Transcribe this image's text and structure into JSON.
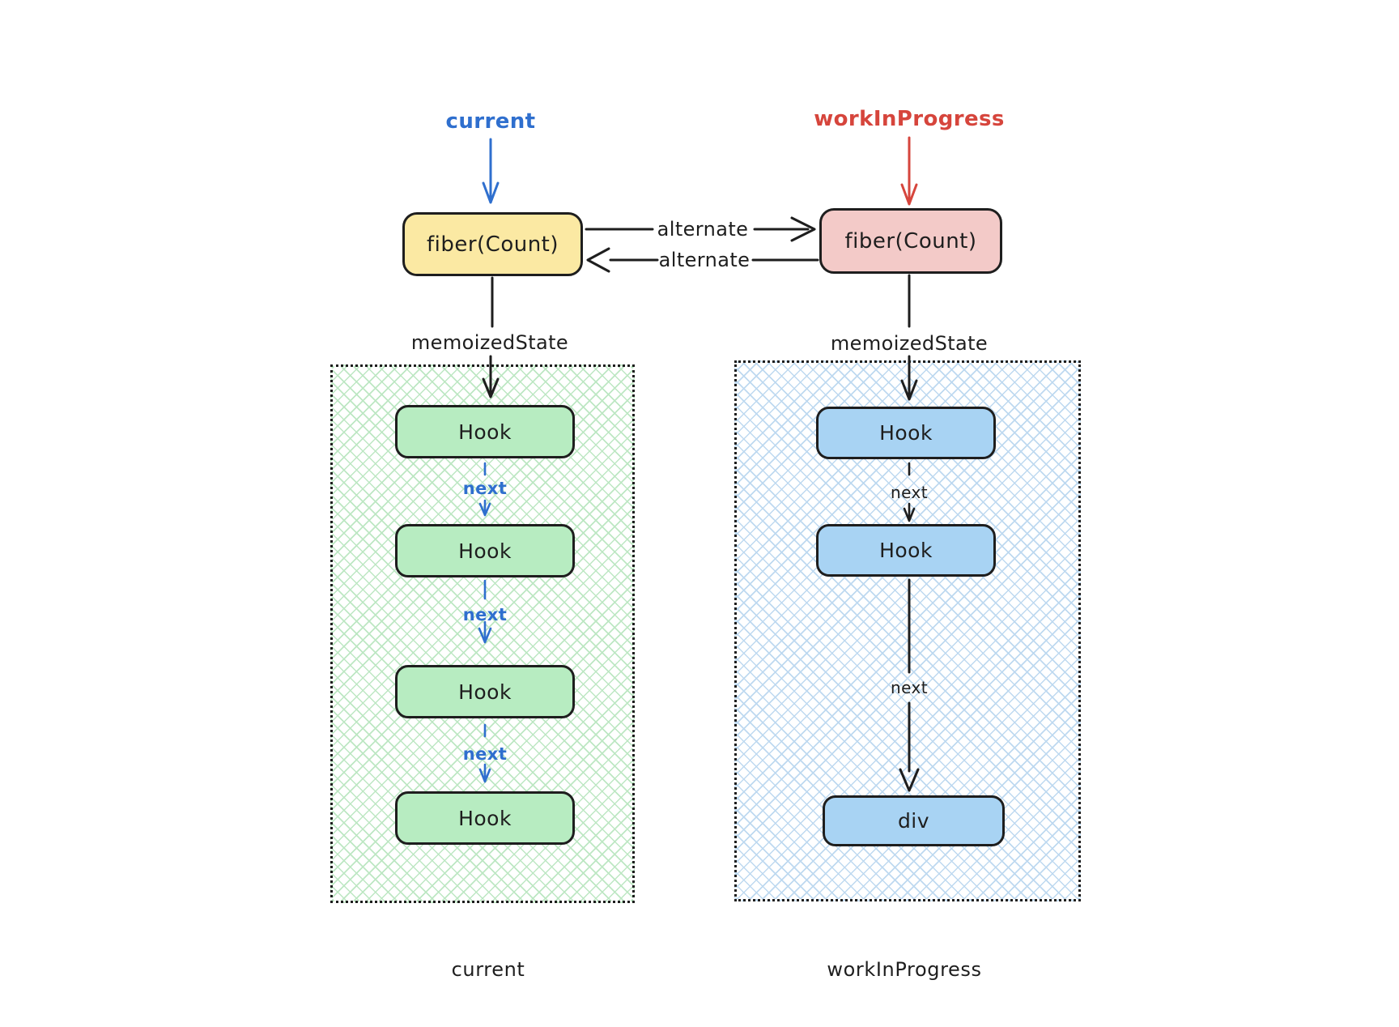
{
  "pointers": {
    "current": "current",
    "workInProgress": "workInProgress"
  },
  "fibers": {
    "current_label": "fiber(Count)",
    "wip_label": "fiber(Count)"
  },
  "edges": {
    "alternate_top": "alternate",
    "alternate_bottom": "alternate",
    "memoized_left": "memoizedState",
    "memoized_right": "memoizedState"
  },
  "current_tree": {
    "hooks": [
      "Hook",
      "Hook",
      "Hook",
      "Hook"
    ],
    "next": [
      "next",
      "next",
      "next"
    ],
    "caption": "current"
  },
  "wip_tree": {
    "hooks": [
      "Hook",
      "Hook"
    ],
    "leaf": "div",
    "next": [
      "next",
      "next"
    ],
    "caption": "workInProgress"
  },
  "colors": {
    "ink": "#1e1e1e",
    "blue_accent": "#2f6fce",
    "red_accent": "#d6453c",
    "fiber_current_fill": "#fbe9a3",
    "fiber_wip_fill": "#f3cac8",
    "hook_current_fill": "#b7ecc1",
    "hook_wip_fill": "#a8d3f3",
    "hatch_current": "#bde7c3",
    "hatch_wip": "#bed9f0"
  }
}
